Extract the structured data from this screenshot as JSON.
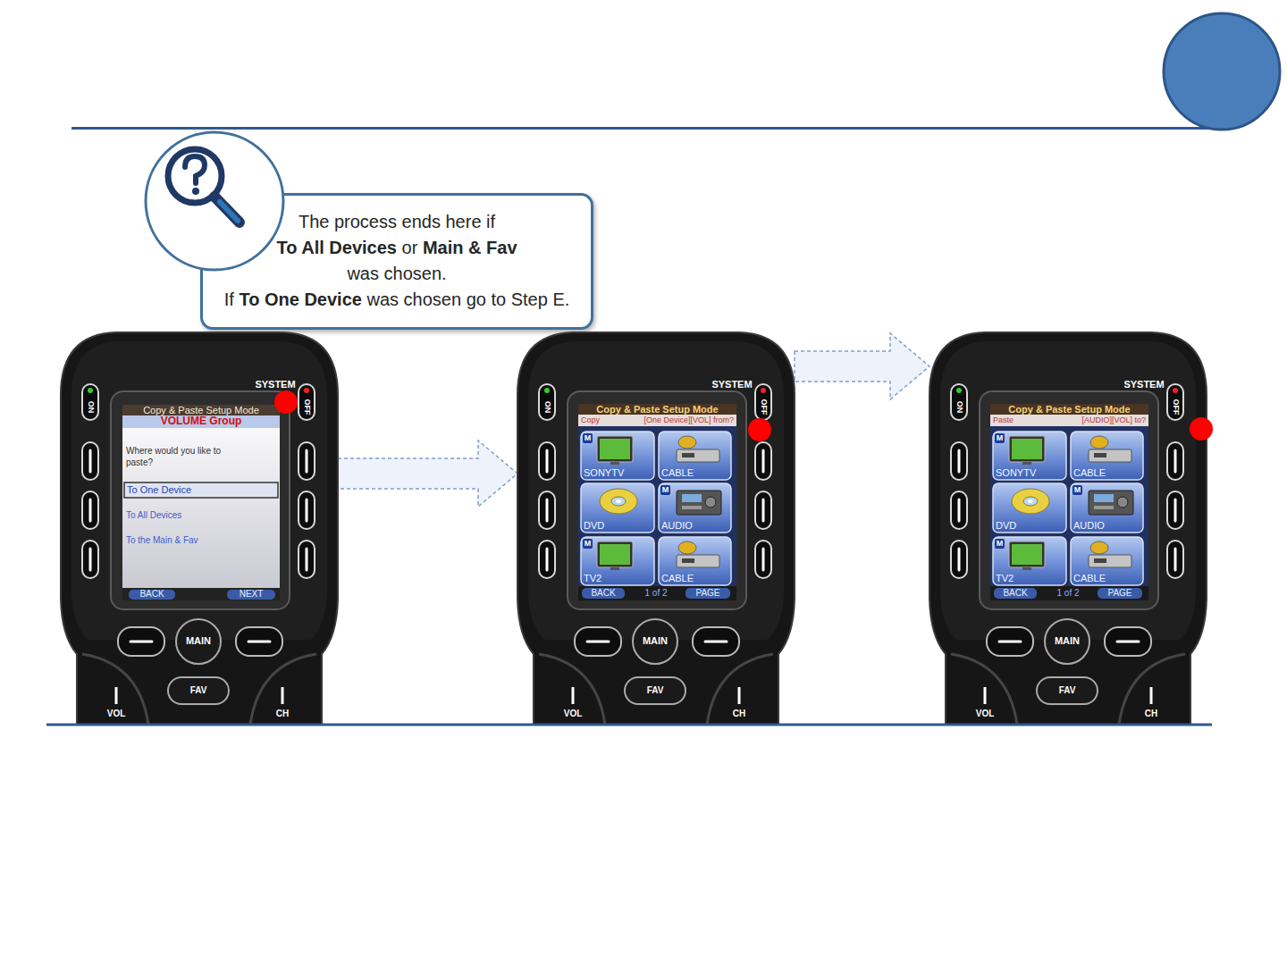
{
  "diagram": {
    "nodes": [
      {
        "text": [
          "The process ends here if",
          "To All Devices",
          "or",
          "Main & Fav",
          "was chosen.",
          "If",
          "To One Device",
          "was chosen go to Step E."
        ]
      },
      {
        "text": [
          "SYSTEM",
          "ON",
          "OFF",
          "Copy & Paste Setup Mode",
          "VOLUME Group",
          "Where would you like to paste?",
          "To One Device",
          "To All Devices",
          "To the Main & Fav",
          "BACK",
          "NEXT",
          "MAIN",
          "FAV",
          "VOL",
          "CH"
        ]
      },
      {
        "text": [
          "SYSTEM",
          "ON",
          "OFF",
          "Copy & Paste Setup Mode",
          "Copy",
          "[One Device][VOL] from?",
          "M",
          "SONYTV",
          "CABLE",
          "DVD",
          "M",
          "AUDIO",
          "M",
          "TV2",
          "CABLE",
          "BACK",
          "1 of 2",
          "PAGE",
          "MAIN",
          "FAV",
          "VOL",
          "CH"
        ]
      },
      {
        "text": [
          "SYSTEM",
          "ON",
          "OFF",
          "Copy & Paste Setup Mode",
          "Paste",
          "[AUDIO][VOL] to?",
          "M",
          "SONYTV",
          "CABLE",
          "DVD",
          "M",
          "AUDIO",
          "M",
          "TV2",
          "CABLE",
          "BACK",
          "1 of 2",
          "PAGE",
          "MAIN",
          "FAV",
          "VOL",
          "CH"
        ]
      }
    ],
    "edges": [
      {
        "from": 1,
        "to": 2,
        "arrow": "to"
      },
      {
        "from": 2,
        "to": 3,
        "arrow": "to"
      }
    ]
  }
}
